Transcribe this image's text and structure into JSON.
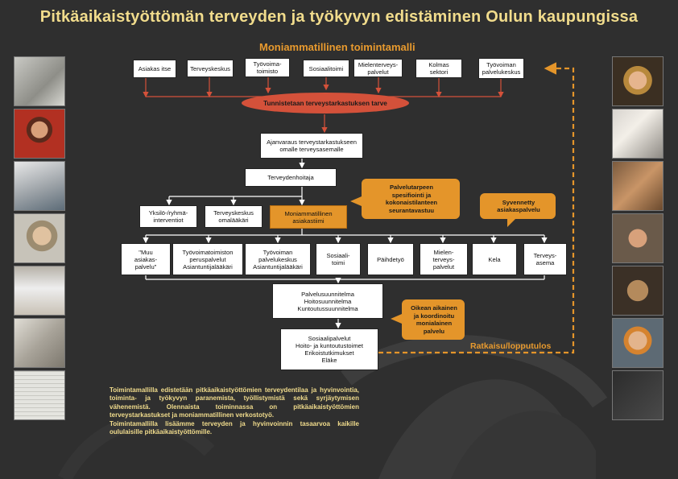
{
  "title": "Pitkäaikaistyöttömän terveyden ja työkyvyn edistäminen Oulun kaupungissa",
  "section_title": "Moniammatillinen toimintamalli",
  "referrers": [
    "Asiakas itse",
    "Terveyskeskus",
    "Työvoima-\ntoimisto",
    "Sosiaalitoimi",
    "Mielenterveys-\npalvelut",
    "Kolmas\nsektori",
    "Työvoiman\npalvelukeskus"
  ],
  "ellipse_label": "Tunnistetaan terveystarkastuksen tarve",
  "booking": "Ajanvaraus terveystarkastukseen\nomalle terveysasemalle",
  "nurse": "Terveydenhoitaja",
  "level2": {
    "individual": "Yksilö-/ryhmä-\ninterventiot",
    "gp": "Terveyskeskus\nomalääkäri",
    "team": "Moniammatillinen\nasiakastiimi"
  },
  "bubbles": {
    "specify": "Palvelutarpeen\nspesifiointi ja\nkokonaistilanteen\nseurantavastuu",
    "deepened": "Syvennetty\nasiakaspalvelu",
    "timing": "Oikean aikainen\nja koordinoitu\nmonialainen\npalvelu"
  },
  "services": [
    "\"Muu\nasiakas-\npalvelu\"",
    "Työvoimatoimiston\nperuspalvelut\nAsiantuntijalääkäri",
    "Työvoiman\npalvelukeskus\nAsiantuntijalääkäri",
    "Sosiaali-\ntoimi",
    "Päihdetyö",
    "Mielen-\nterveys-\npalvelut",
    "Kela",
    "Terveys-\nasema"
  ],
  "plans": "Palvelusuunnitelma\nHoitosuunnitelma\nKuntoutussuunnitelma",
  "final_services": "Sosiaalipalvelut\nHoito- ja kuntoutustoimet\nErikoistutkimukset\nEläke",
  "outcome_label": "Ratkaisu/lopputulos",
  "paragraph": {
    "p1": "Toimintamallilla edistetään pitkäaikaistyöttömien terveydentilaa ja hyvinvointia, toiminta- ja työkyvyn paranemista, työllistymistä sekä syrjäytymisen vähenemistä. Olennaista toiminnassa on pitkäaikaistyöttömien terveystarkastukset ja moniammatillinen verkostotyö.",
    "p2": "Toimintamallilla lisäämme terveyden ja hyvinvoinnin tasaarvoa kaikille oululaisille pitkäaikaistyöttömille."
  },
  "colors": {
    "background": "#2f2f2f",
    "title": "#f1dc8c",
    "accent_orange": "#e4952a",
    "arrow_red": "#d4513a"
  }
}
